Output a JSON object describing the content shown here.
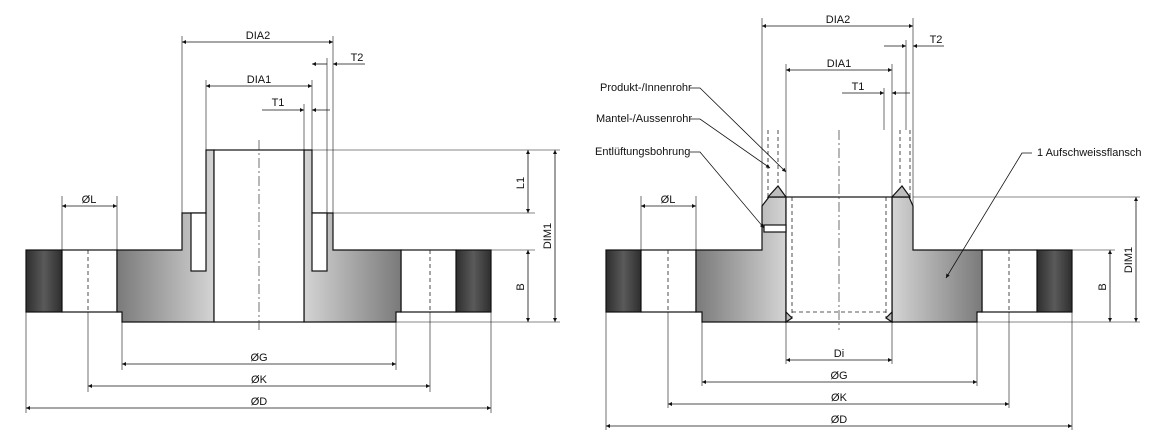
{
  "left_view": {
    "labels": {
      "dia2": "DIA2",
      "t2": "T2",
      "dia1": "DIA1",
      "t1": "T1",
      "l1": "L1",
      "dim1": "DIM1",
      "b": "B",
      "l": "ØL",
      "g": "ØG",
      "k": "ØK",
      "d": "ØD"
    }
  },
  "right_view": {
    "labels": {
      "dia2": "DIA2",
      "t2": "T2",
      "dia1": "DIA1",
      "t1": "T1",
      "dim1": "DIM1",
      "b": "B",
      "l": "ØL",
      "di": "Di",
      "g": "ØG",
      "k": "ØK",
      "d": "ØD"
    },
    "callouts": {
      "inner_pipe": "Produkt-/Innenrohr",
      "outer_pipe": "Mantel-/Aussenrohr",
      "vent_hole": "Entlüftungsbohrung",
      "flange": "1  Aufschweissflansch"
    }
  },
  "colors": {
    "body_dark": "#7a7a7a",
    "body_light": "#d4d4d4",
    "bolt_dark": "#2e2e2e",
    "bolt_light": "#5a5a5a"
  }
}
